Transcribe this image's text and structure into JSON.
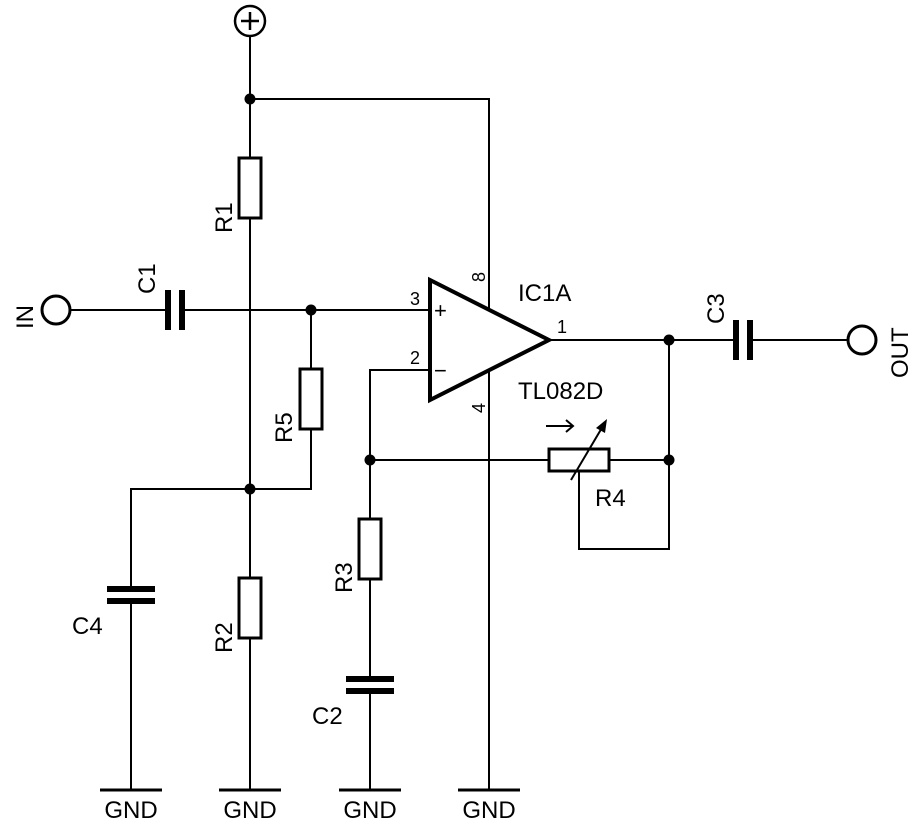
{
  "labels": {
    "supply_symbol": "+",
    "in": "IN",
    "out": "OUT",
    "r1": "R1",
    "r2": "R2",
    "r3": "R3",
    "r4": "R4",
    "r5": "R5",
    "c1": "C1",
    "c2": "C2",
    "c3": "C3",
    "c4": "C4",
    "ic_ref": "IC1A",
    "ic_part": "TL082D",
    "opamp_plus": "+",
    "opamp_minus": "−",
    "gnd": [
      "GND",
      "GND",
      "GND",
      "GND"
    ]
  },
  "pins": {
    "non_inverting": "3",
    "inverting": "2",
    "output": "1",
    "vcc": "8",
    "vee": "4"
  }
}
